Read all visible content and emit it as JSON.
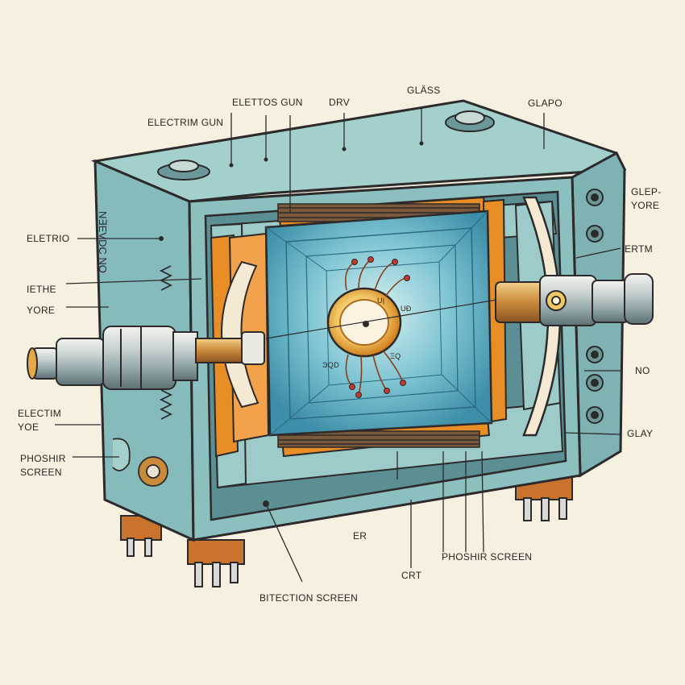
{
  "labels": {
    "electrim_gun": "ELECTRIM GUN",
    "elettos_gun": "ELETTOS GUN",
    "drv": "DRV",
    "glass": "GLÄSS",
    "glapo": "GLAPO",
    "glep_yore": "GLEP-\nYORE",
    "ertm": "ERTM",
    "no": "NO",
    "glay": "GLAY",
    "eletrio": "ELETRIO",
    "iethe_yore": "IETHE\nYORE",
    "electim_yoe": "ELECTIM\nYOE",
    "phoshir_screen_left": "PHOSHIR\nSCREEN",
    "er": "ER",
    "crt": "CRT",
    "phoshir_screen_bottom": "PHOSHIR SCREEN",
    "bitection_screen": "BITECTION SCREEN",
    "side_text": "N∃EVDC NO",
    "screen_small_1": "U|",
    "screen_small_2": "UĐ",
    "screen_small_3": "ЭQD",
    "screen_small_4": "ΞQ"
  },
  "colors": {
    "background": "#f6f0e0",
    "casing": "#8cc0bf",
    "casing_dark": "#5f9a9b",
    "outline": "#2c2a2a",
    "orange": "#e98d26",
    "screen_blue": "#5fb1c9",
    "screen_light": "#a9dde4",
    "brass": "#c98a3c"
  }
}
